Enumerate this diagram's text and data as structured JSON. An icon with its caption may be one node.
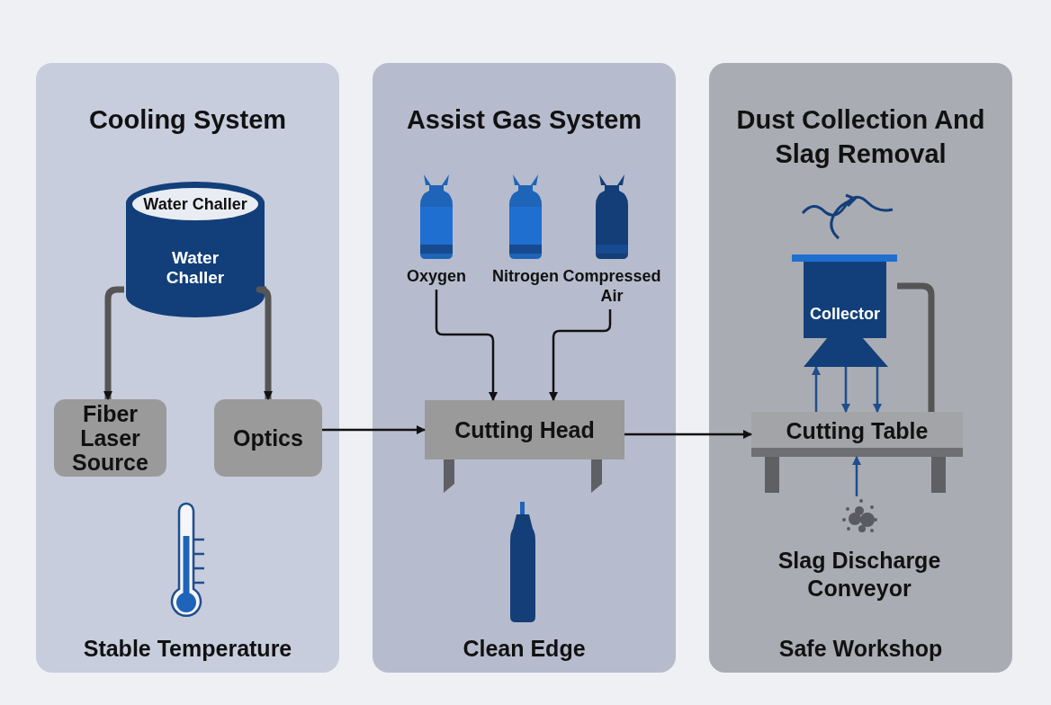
{
  "diagram": {
    "nodes": [
      {
        "text": [
          "Cooling System",
          "Stable Temperature"
        ]
      },
      {
        "text": [
          "Water Challer",
          "Water Challer"
        ],
        "in": 0
      },
      {
        "text": [
          "Fiber Laser Source"
        ],
        "in": 0
      },
      {
        "text": [
          "Optics"
        ],
        "in": 0
      },
      {
        "text": [
          "Assist Gas System",
          "Clean Edge"
        ]
      },
      {
        "text": [
          "Oxygen"
        ],
        "in": 4
      },
      {
        "text": [
          "Nitrogen"
        ],
        "in": 4
      },
      {
        "text": [
          "Compressed Air"
        ],
        "in": 4
      },
      {
        "text": [
          "Cutting Head"
        ],
        "in": 4
      },
      {
        "text": [
          "Dust Collection And Slag Removal",
          "Safe Workshop"
        ]
      },
      {
        "text": [
          "Collector"
        ],
        "in": 9
      },
      {
        "text": [
          "Cutting Table"
        ],
        "in": 9
      },
      {
        "text": [
          "Slag Discharge Conveyor"
        ],
        "in": 9
      }
    ],
    "edges": [
      {
        "from": 1,
        "to": 2,
        "arrow": "to",
        "style": "thick",
        "color": "#555555"
      },
      {
        "from": 1,
        "to": 3,
        "arrow": "to",
        "style": "thick",
        "color": "#555555"
      },
      {
        "from": 3,
        "to": 8,
        "arrow": "to"
      },
      {
        "from": 5,
        "to": 8,
        "arrow": "to"
      },
      {
        "from": 7,
        "to": 8,
        "arrow": "to"
      },
      {
        "from": 8,
        "to": 11,
        "arrow": "to"
      },
      {
        "from": 10,
        "to": 11,
        "arrow": "none",
        "style": "thick",
        "color": "#555555"
      },
      {
        "from": 11,
        "to": 10,
        "arrow": "to",
        "color": "#1f4e8c"
      },
      {
        "from": 10,
        "to": 11,
        "arrow": "to",
        "color": "#1f4e8c"
      },
      {
        "from": 10,
        "to": 11,
        "arrow": "to",
        "color": "#1f4e8c"
      },
      {
        "from": 12,
        "to": 11,
        "arrow": "to",
        "color": "#1f4e8c"
      }
    ]
  }
}
